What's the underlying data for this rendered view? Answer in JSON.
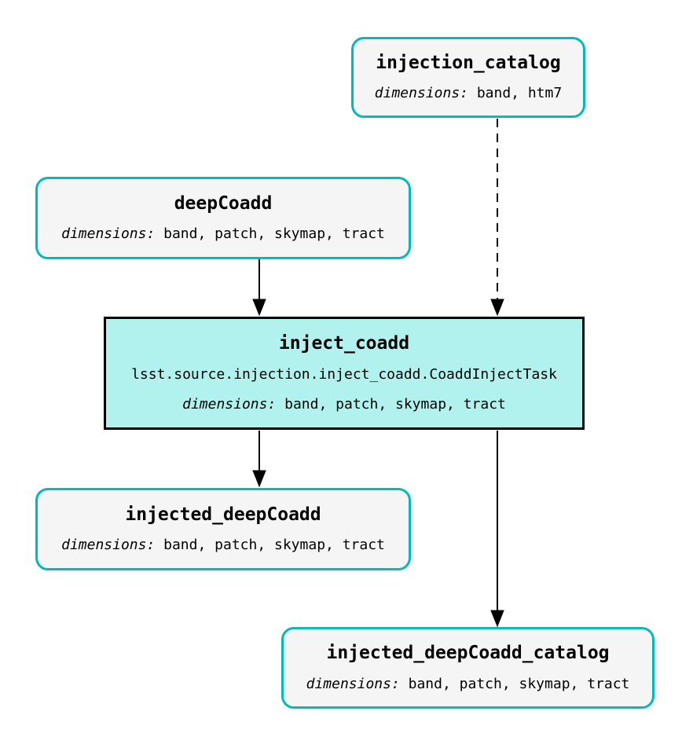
{
  "diagram": {
    "type": "pipeline-task-graph",
    "dimensions_label": "dimensions:",
    "colors": {
      "background": "#ffffff",
      "dataset_border": "#00babc",
      "dataset_fill": "#f5f5f5",
      "task_border": "#000000",
      "task_fill": "#b1f2ef",
      "edge": "#000000",
      "text": "#000000"
    },
    "nodes": {
      "injection_catalog": {
        "type": "dataset",
        "title": "injection_catalog",
        "dimensions": "band, htm7"
      },
      "deepCoadd": {
        "type": "dataset",
        "title": "deepCoadd",
        "dimensions": "band, patch, skymap, tract"
      },
      "inject_coadd": {
        "type": "task",
        "title": "inject_coadd",
        "task_class": "lsst.source.injection.inject_coadd.CoaddInjectTask",
        "dimensions": "band, patch, skymap, tract"
      },
      "injected_deepCoadd": {
        "type": "dataset",
        "title": "injected_deepCoadd",
        "dimensions": "band, patch, skymap, tract"
      },
      "injected_deepCoadd_catalog": {
        "type": "dataset",
        "title": "injected_deepCoadd_catalog",
        "dimensions": "band, patch, skymap, tract"
      }
    },
    "edges": [
      {
        "from": "deepCoadd",
        "to": "inject_coadd",
        "style": "solid"
      },
      {
        "from": "injection_catalog",
        "to": "inject_coadd",
        "style": "dashed"
      },
      {
        "from": "inject_coadd",
        "to": "injected_deepCoadd",
        "style": "solid"
      },
      {
        "from": "inject_coadd",
        "to": "injected_deepCoadd_catalog",
        "style": "solid"
      }
    ]
  }
}
